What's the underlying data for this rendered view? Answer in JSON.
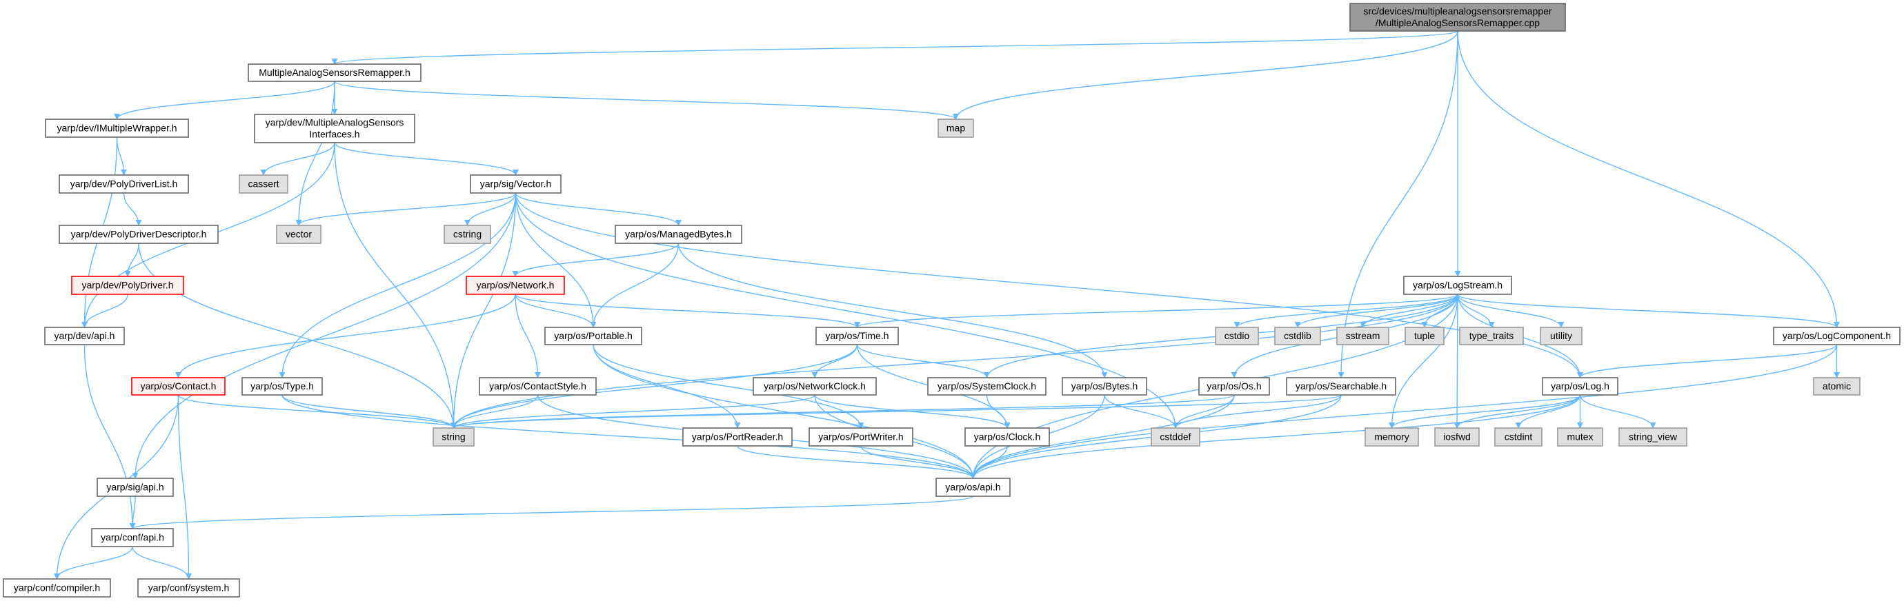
{
  "graph": {
    "title": "Include dependency graph",
    "colors": {
      "edge": "#63b8ff",
      "root_fill": "#999999",
      "normal_fill": "#ffffff",
      "normal_border": "#666666",
      "error_fill": "#fff0f0",
      "error_border": "#ff0000",
      "external_fill": "#e0e0e0",
      "external_border": "#999999"
    },
    "nodes": {
      "root": {
        "lines": [
          "src/devices/multipleanalogsensorsremapper",
          "/MultipleAnalogSensorsRemapper.cpp"
        ],
        "kind": "root"
      },
      "masr_h": {
        "lines": [
          "MultipleAnalogSensorsRemapper.h"
        ],
        "kind": "normal"
      },
      "map": {
        "lines": [
          "map"
        ],
        "kind": "external"
      },
      "imw": {
        "lines": [
          "yarp/dev/IMultipleWrapper.h"
        ],
        "kind": "normal"
      },
      "masi": {
        "lines": [
          "yarp/dev/MultipleAnalogSensors",
          "Interfaces.h"
        ],
        "kind": "normal"
      },
      "cassert": {
        "lines": [
          "cassert"
        ],
        "kind": "external"
      },
      "sigvector": {
        "lines": [
          "yarp/sig/Vector.h"
        ],
        "kind": "normal"
      },
      "pdl": {
        "lines": [
          "yarp/dev/PolyDriverList.h"
        ],
        "kind": "normal"
      },
      "pdd": {
        "lines": [
          "yarp/dev/PolyDriverDescriptor.h"
        ],
        "kind": "normal"
      },
      "vector": {
        "lines": [
          "vector"
        ],
        "kind": "external"
      },
      "cstring": {
        "lines": [
          "cstring"
        ],
        "kind": "external"
      },
      "managedbytes": {
        "lines": [
          "yarp/os/ManagedBytes.h"
        ],
        "kind": "normal"
      },
      "polydriver": {
        "lines": [
          "yarp/dev/PolyDriver.h"
        ],
        "kind": "error"
      },
      "network": {
        "lines": [
          "yarp/os/Network.h"
        ],
        "kind": "error"
      },
      "logstream": {
        "lines": [
          "yarp/os/LogStream.h"
        ],
        "kind": "normal"
      },
      "devapi": {
        "lines": [
          "yarp/dev/api.h"
        ],
        "kind": "normal"
      },
      "portable": {
        "lines": [
          "yarp/os/Portable.h"
        ],
        "kind": "normal"
      },
      "time": {
        "lines": [
          "yarp/os/Time.h"
        ],
        "kind": "normal"
      },
      "cstdio": {
        "lines": [
          "cstdio"
        ],
        "kind": "external"
      },
      "cstdlib": {
        "lines": [
          "cstdlib"
        ],
        "kind": "external"
      },
      "sstream": {
        "lines": [
          "sstream"
        ],
        "kind": "external"
      },
      "tuple": {
        "lines": [
          "tuple"
        ],
        "kind": "external"
      },
      "type_traits": {
        "lines": [
          "type_traits"
        ],
        "kind": "external"
      },
      "utility": {
        "lines": [
          "utility"
        ],
        "kind": "external"
      },
      "logcomponent": {
        "lines": [
          "yarp/os/LogComponent.h"
        ],
        "kind": "normal"
      },
      "contact": {
        "lines": [
          "yarp/os/Contact.h"
        ],
        "kind": "error"
      },
      "type": {
        "lines": [
          "yarp/os/Type.h"
        ],
        "kind": "normal"
      },
      "contactstyle": {
        "lines": [
          "yarp/os/ContactStyle.h"
        ],
        "kind": "normal"
      },
      "networkclock": {
        "lines": [
          "yarp/os/NetworkClock.h"
        ],
        "kind": "normal"
      },
      "systemclock": {
        "lines": [
          "yarp/os/SystemClock.h"
        ],
        "kind": "normal"
      },
      "bytes": {
        "lines": [
          "yarp/os/Bytes.h"
        ],
        "kind": "normal"
      },
      "os": {
        "lines": [
          "yarp/os/Os.h"
        ],
        "kind": "normal"
      },
      "searchable": {
        "lines": [
          "yarp/os/Searchable.h"
        ],
        "kind": "normal"
      },
      "log": {
        "lines": [
          "yarp/os/Log.h"
        ],
        "kind": "normal"
      },
      "atomic": {
        "lines": [
          "atomic"
        ],
        "kind": "external"
      },
      "string": {
        "lines": [
          "string"
        ],
        "kind": "external"
      },
      "portreader": {
        "lines": [
          "yarp/os/PortReader.h"
        ],
        "kind": "normal"
      },
      "portwriter": {
        "lines": [
          "yarp/os/PortWriter.h"
        ],
        "kind": "normal"
      },
      "clock": {
        "lines": [
          "yarp/os/Clock.h"
        ],
        "kind": "normal"
      },
      "cstddef": {
        "lines": [
          "cstddef"
        ],
        "kind": "external"
      },
      "memory": {
        "lines": [
          "memory"
        ],
        "kind": "external"
      },
      "iosfwd": {
        "lines": [
          "iosfwd"
        ],
        "kind": "external"
      },
      "cstdint": {
        "lines": [
          "cstdint"
        ],
        "kind": "external"
      },
      "mutex": {
        "lines": [
          "mutex"
        ],
        "kind": "external"
      },
      "string_view": {
        "lines": [
          "string_view"
        ],
        "kind": "external"
      },
      "sigapi": {
        "lines": [
          "yarp/sig/api.h"
        ],
        "kind": "normal"
      },
      "osapi": {
        "lines": [
          "yarp/os/api.h"
        ],
        "kind": "normal"
      },
      "confapi": {
        "lines": [
          "yarp/conf/api.h"
        ],
        "kind": "normal"
      },
      "compiler": {
        "lines": [
          "yarp/conf/compiler.h"
        ],
        "kind": "normal"
      },
      "system": {
        "lines": [
          "yarp/conf/system.h"
        ],
        "kind": "normal"
      }
    },
    "edges": [
      [
        "root",
        "masr_h"
      ],
      [
        "root",
        "map"
      ],
      [
        "root",
        "logstream"
      ],
      [
        "root",
        "searchable"
      ],
      [
        "root",
        "logcomponent"
      ],
      [
        "masr_h",
        "imw"
      ],
      [
        "masr_h",
        "masi"
      ],
      [
        "masr_h",
        "vector"
      ],
      [
        "masr_h",
        "map"
      ],
      [
        "imw",
        "pdl"
      ],
      [
        "imw",
        "devapi"
      ],
      [
        "pdl",
        "pdd"
      ],
      [
        "pdd",
        "polydriver"
      ],
      [
        "pdd",
        "string"
      ],
      [
        "polydriver",
        "devapi"
      ],
      [
        "devapi",
        "confapi"
      ],
      [
        "masi",
        "cassert"
      ],
      [
        "masi",
        "sigvector"
      ],
      [
        "masi",
        "devapi"
      ],
      [
        "masi",
        "string"
      ],
      [
        "sigvector",
        "vector"
      ],
      [
        "sigvector",
        "cstring"
      ],
      [
        "sigvector",
        "string"
      ],
      [
        "sigvector",
        "managedbytes"
      ],
      [
        "sigvector",
        "portable"
      ],
      [
        "sigvector",
        "type"
      ],
      [
        "sigvector",
        "sigapi"
      ],
      [
        "sigvector",
        "cstddef"
      ],
      [
        "sigvector",
        "log"
      ],
      [
        "managedbytes",
        "network"
      ],
      [
        "managedbytes",
        "portable"
      ],
      [
        "managedbytes",
        "bytes"
      ],
      [
        "network",
        "contact"
      ],
      [
        "network",
        "portable"
      ],
      [
        "network",
        "contactstyle"
      ],
      [
        "network",
        "time"
      ],
      [
        "portable",
        "portreader"
      ],
      [
        "portable",
        "portwriter"
      ],
      [
        "portable",
        "osapi"
      ],
      [
        "contact",
        "string"
      ],
      [
        "contact",
        "compiler"
      ],
      [
        "contact",
        "system"
      ],
      [
        "type",
        "string"
      ],
      [
        "type",
        "osapi"
      ],
      [
        "contactstyle",
        "string"
      ],
      [
        "contactstyle",
        "osapi"
      ],
      [
        "time",
        "string"
      ],
      [
        "time",
        "networkclock"
      ],
      [
        "time",
        "systemclock"
      ],
      [
        "time",
        "clock"
      ],
      [
        "networkclock",
        "string"
      ],
      [
        "networkclock",
        "clock"
      ],
      [
        "networkclock",
        "osapi"
      ],
      [
        "systemclock",
        "clock"
      ],
      [
        "clock",
        "osapi"
      ],
      [
        "bytes",
        "cstddef"
      ],
      [
        "bytes",
        "osapi"
      ],
      [
        "os",
        "string"
      ],
      [
        "os",
        "cstddef"
      ],
      [
        "os",
        "osapi"
      ],
      [
        "searchable",
        "string"
      ],
      [
        "searchable",
        "cstddef"
      ],
      [
        "searchable",
        "osapi"
      ],
      [
        "portreader",
        "osapi"
      ],
      [
        "portwriter",
        "osapi"
      ],
      [
        "sigapi",
        "confapi"
      ],
      [
        "osapi",
        "confapi"
      ],
      [
        "confapi",
        "compiler"
      ],
      [
        "confapi",
        "system"
      ],
      [
        "logstream",
        "cstdio"
      ],
      [
        "logstream",
        "cstdlib"
      ],
      [
        "logstream",
        "sstream"
      ],
      [
        "logstream",
        "tuple"
      ],
      [
        "logstream",
        "type_traits"
      ],
      [
        "logstream",
        "utility"
      ],
      [
        "logstream",
        "logcomponent"
      ],
      [
        "logstream",
        "log"
      ],
      [
        "logstream",
        "time"
      ],
      [
        "logstream",
        "os"
      ],
      [
        "logstream",
        "systemclock"
      ],
      [
        "logstream",
        "string"
      ],
      [
        "logstream",
        "memory"
      ],
      [
        "logstream",
        "iosfwd"
      ],
      [
        "logstream",
        "osapi"
      ],
      [
        "logcomponent",
        "log"
      ],
      [
        "logcomponent",
        "atomic"
      ],
      [
        "logcomponent",
        "osapi"
      ],
      [
        "log",
        "memory"
      ],
      [
        "log",
        "iosfwd"
      ],
      [
        "log",
        "cstdint"
      ],
      [
        "log",
        "mutex"
      ],
      [
        "log",
        "string_view"
      ],
      [
        "log",
        "osapi"
      ]
    ]
  }
}
